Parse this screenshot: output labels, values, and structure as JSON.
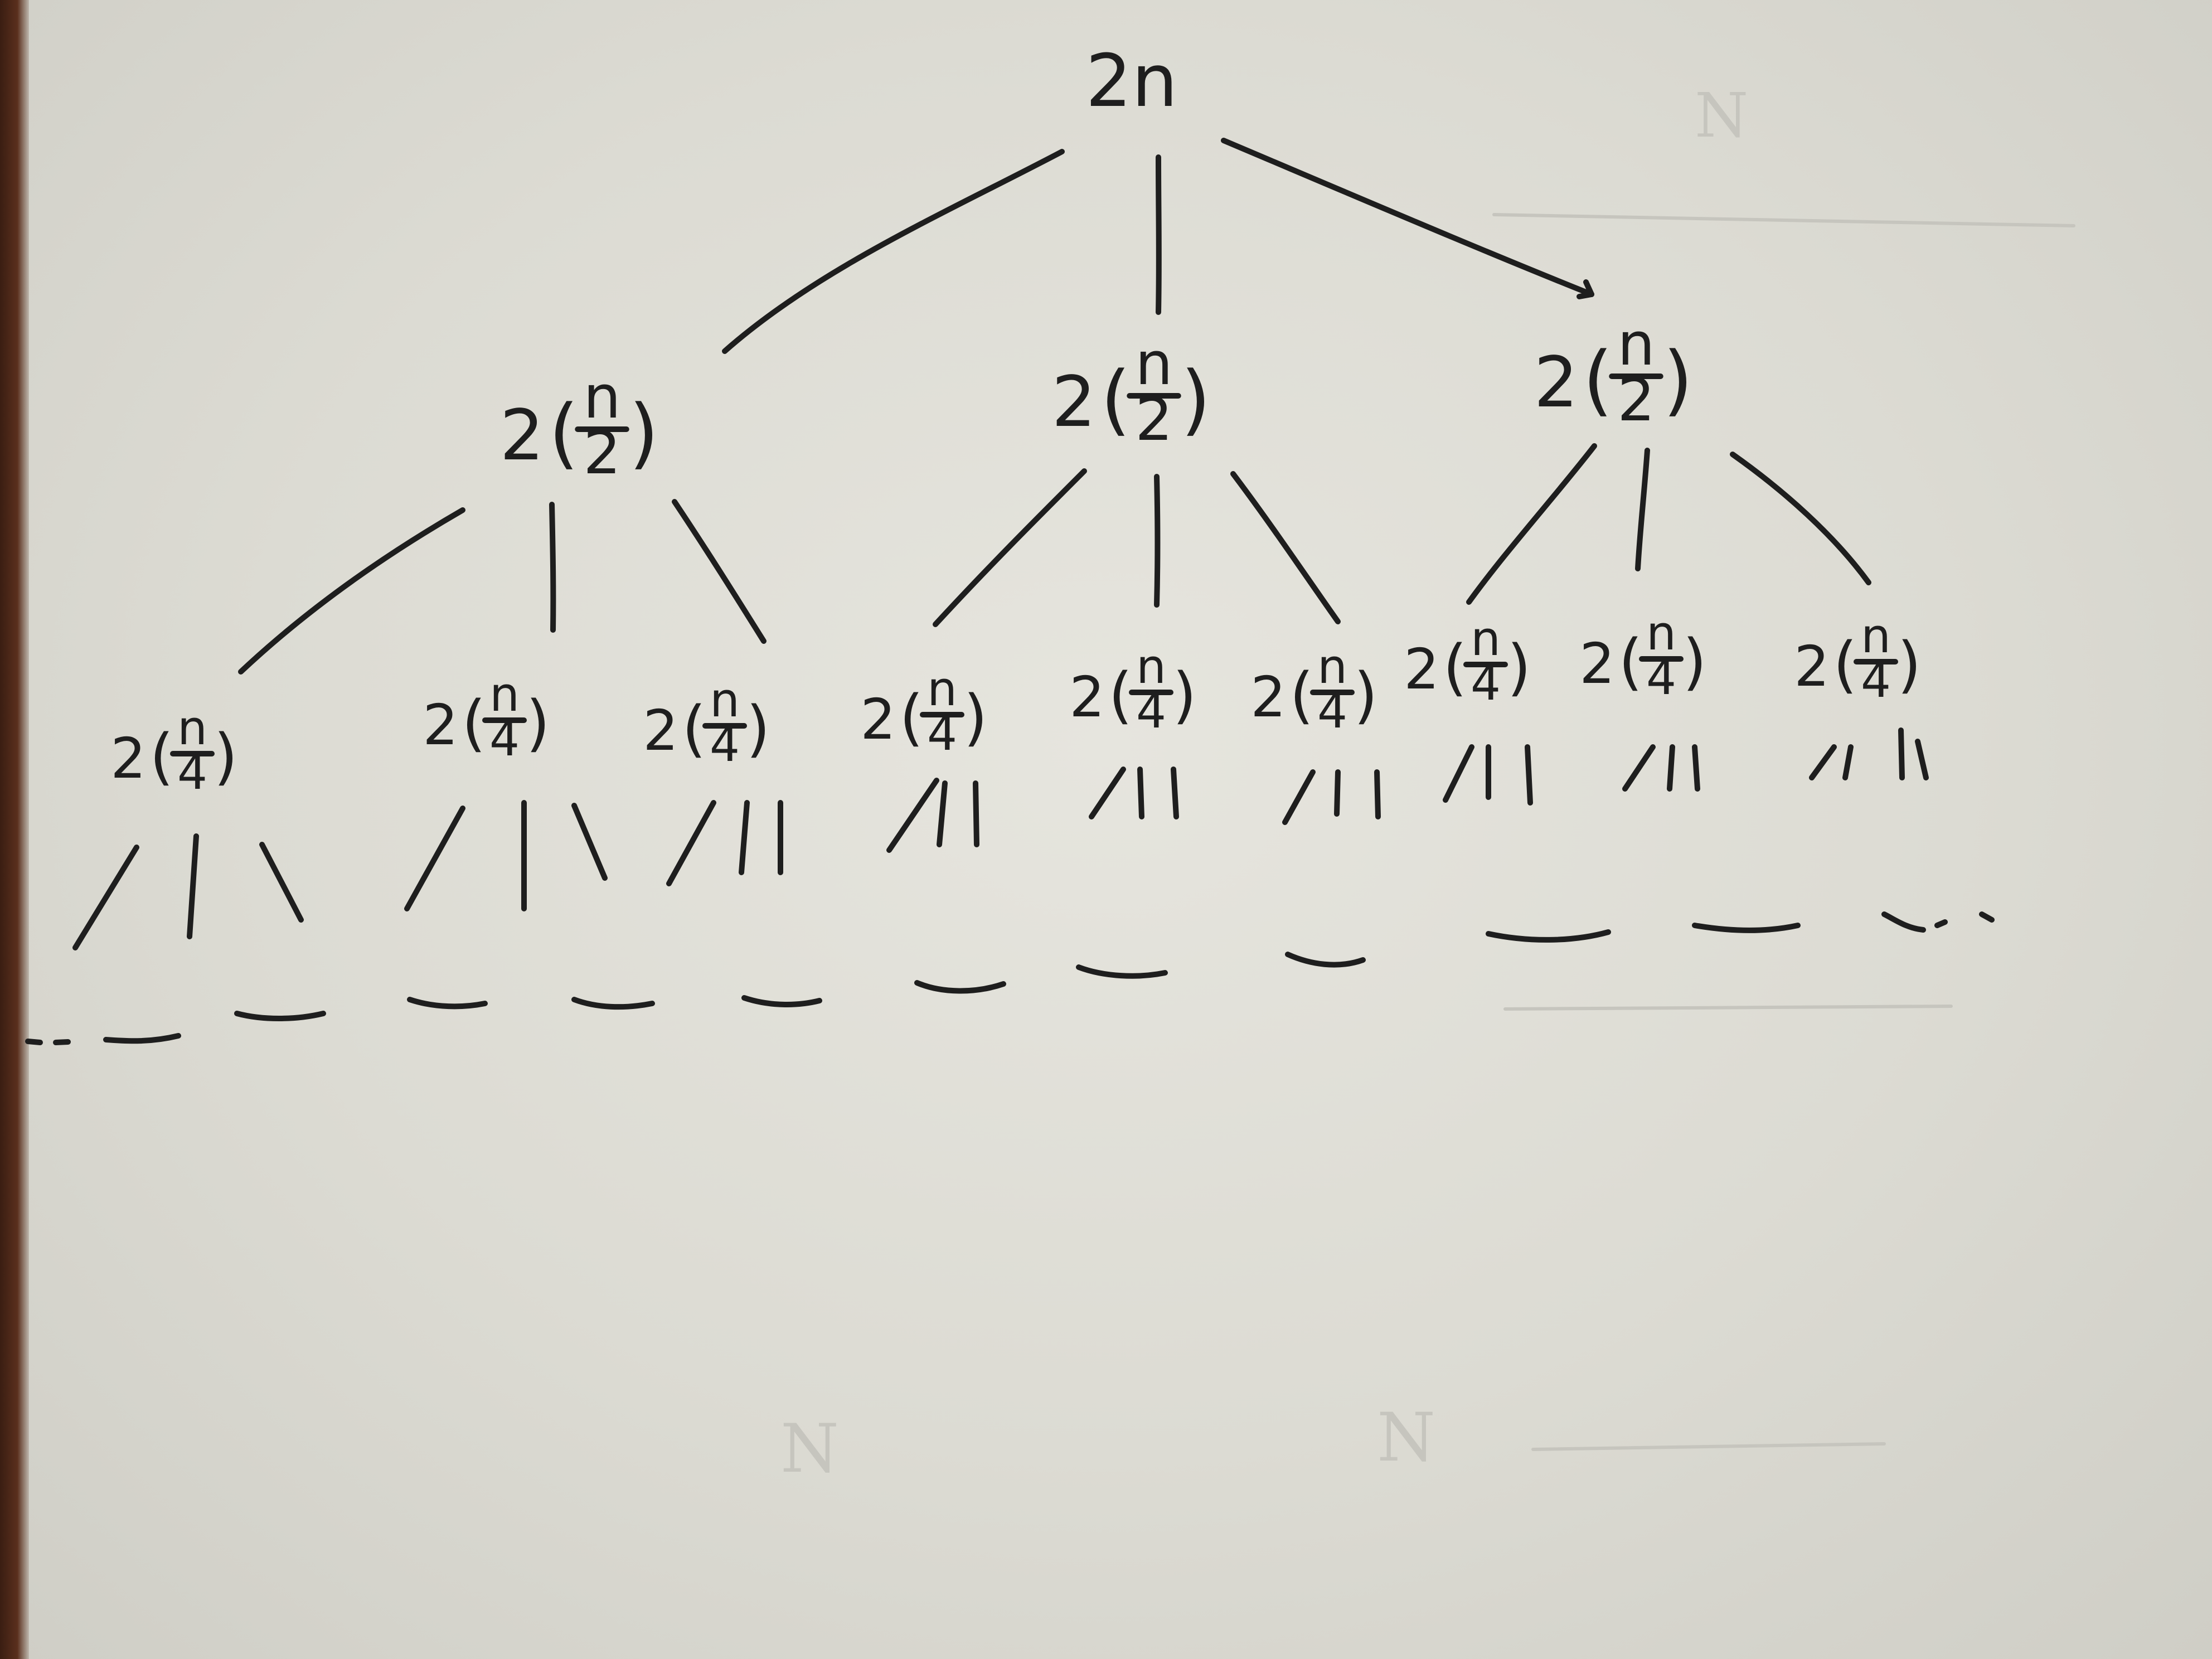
{
  "tree": {
    "root": {
      "label": "2n"
    },
    "levels": [
      {
        "nodes": [
          {
            "coef": "2",
            "num": "n",
            "den": "2"
          },
          {
            "coef": "2",
            "num": "n",
            "den": "2"
          },
          {
            "coef": "2",
            "num": "n",
            "den": "2"
          }
        ]
      },
      {
        "nodes": [
          {
            "coef": "2",
            "num": "n",
            "den": "4"
          },
          {
            "coef": "2",
            "num": "n",
            "den": "4"
          },
          {
            "coef": "2",
            "num": "n",
            "den": "4"
          },
          {
            "coef": "2",
            "num": "n",
            "den": "4"
          },
          {
            "coef": "2",
            "num": "n",
            "den": "4"
          },
          {
            "coef": "2",
            "num": "n",
            "den": "4"
          },
          {
            "coef": "2",
            "num": "n",
            "den": "4"
          },
          {
            "coef": "2",
            "num": "n",
            "den": "4"
          },
          {
            "coef": "2",
            "num": "n",
            "den": "4"
          }
        ]
      }
    ],
    "continuation_marks": [
      "// |",
      "/ | \\",
      "/||"
    ]
  }
}
